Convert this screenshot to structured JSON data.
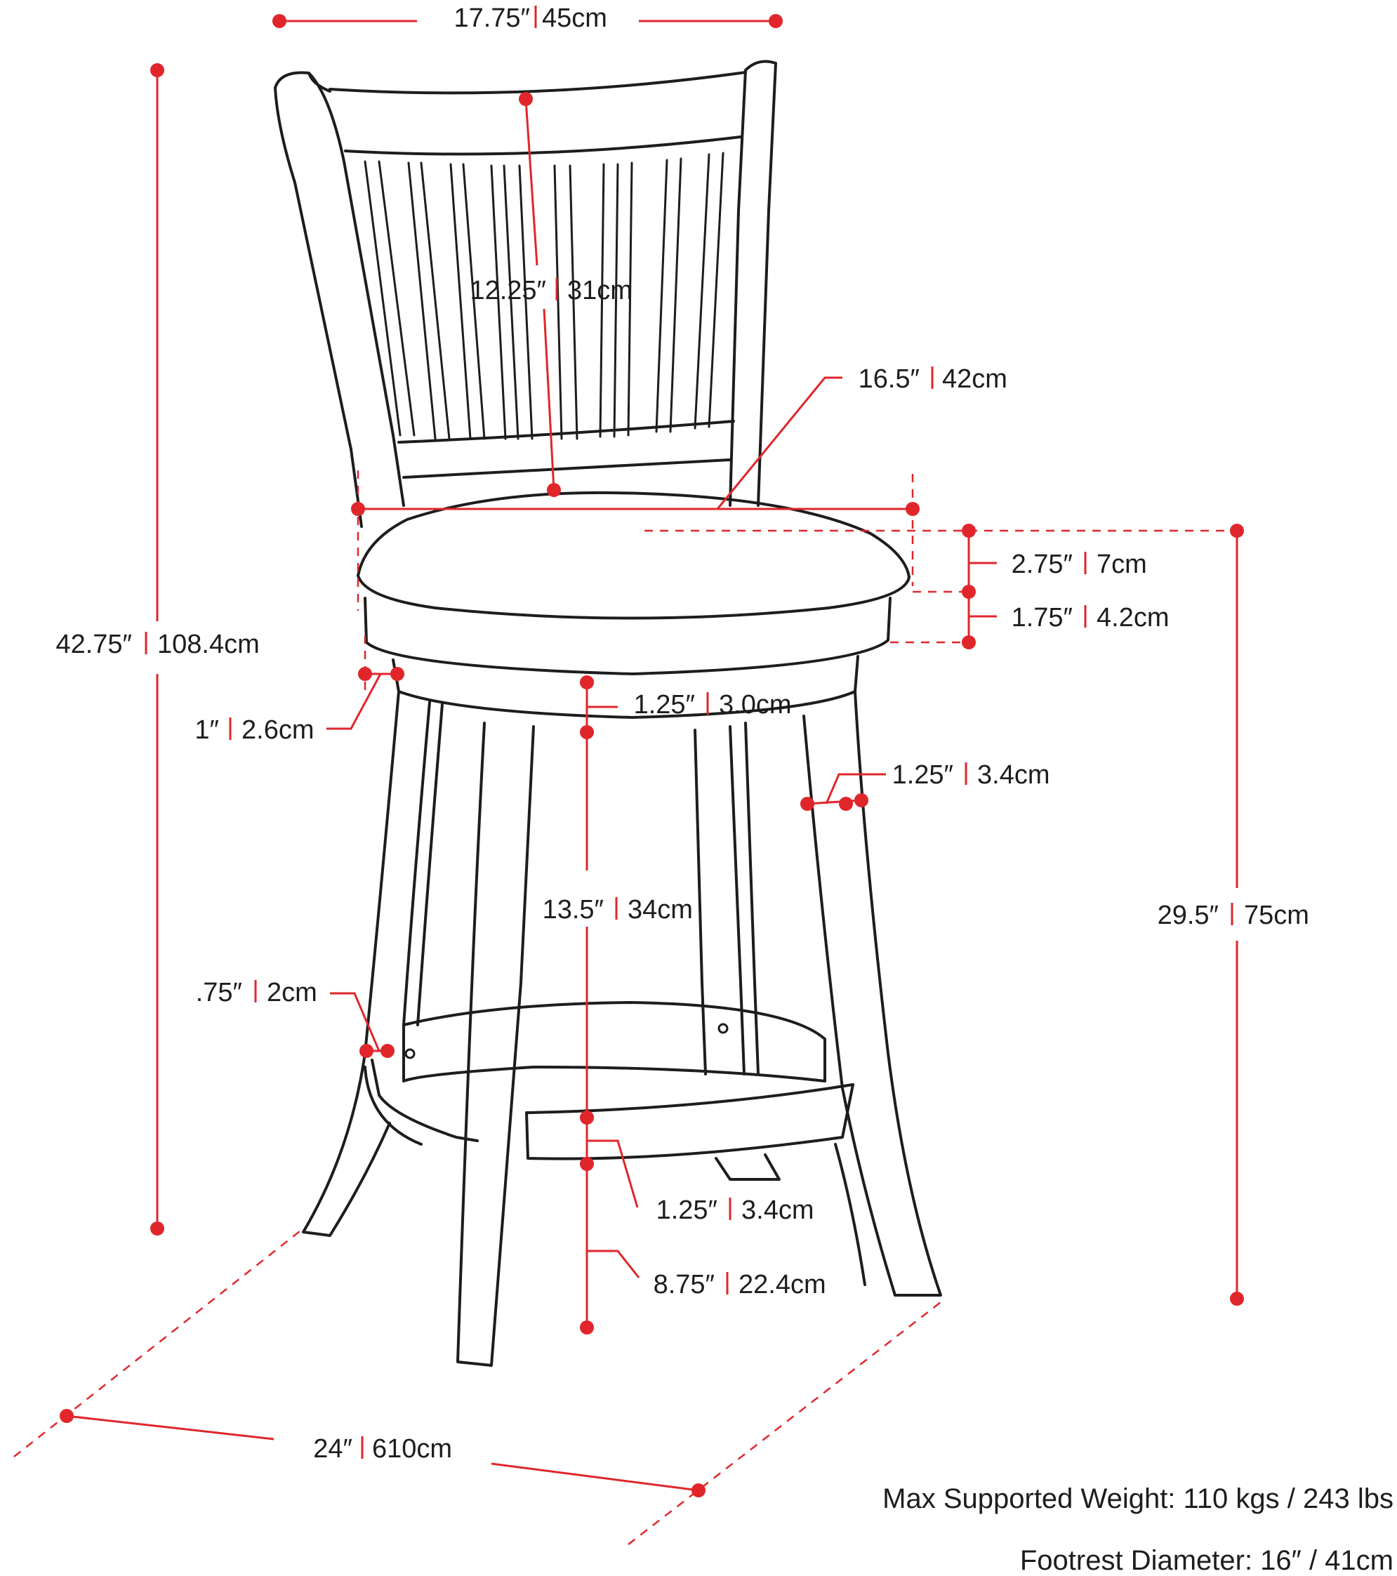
{
  "dimensions": {
    "top_width": {
      "imperial": "17.75″",
      "metric": "45cm"
    },
    "backrest_height": {
      "imperial": "12.25″",
      "metric": "31cm"
    },
    "seat_diameter": {
      "imperial": "16.5″",
      "metric": "42cm"
    },
    "overall_height": {
      "imperial": "42.75″",
      "metric": "108.4cm"
    },
    "cushion_thickness": {
      "imperial": "2.75″",
      "metric": "7cm"
    },
    "seat_base_thickness": {
      "imperial": "1.75″",
      "metric": "4.2cm"
    },
    "seat_overhang": {
      "imperial": "1″",
      "metric": "2.6cm"
    },
    "swivel_ring": {
      "imperial": "1.25″",
      "metric": "3.0cm"
    },
    "leg_width": {
      "imperial": "1.25″",
      "metric": "3.4cm"
    },
    "seat_height": {
      "imperial": "29.5″",
      "metric": "75cm"
    },
    "seat_to_footrest": {
      "imperial": "13.5″",
      "metric": "34cm"
    },
    "footrest_thickness": {
      "imperial": ".75″",
      "metric": "2cm"
    },
    "footrest_height_ring": {
      "imperial": "1.25″",
      "metric": "3.4cm"
    },
    "footrest_from_floor": {
      "imperial": "8.75″",
      "metric": "22.4cm"
    },
    "base_width": {
      "imperial": "24″",
      "metric": "610cm"
    }
  },
  "notes": {
    "max_weight": "Max Supported Weight: 110 kgs / 243 lbs",
    "footrest_diameter": "Footrest Diameter: 16″ / 41cm"
  },
  "colors": {
    "dimension_red": "#e0262b",
    "line_ink": "#1d1d1d"
  }
}
